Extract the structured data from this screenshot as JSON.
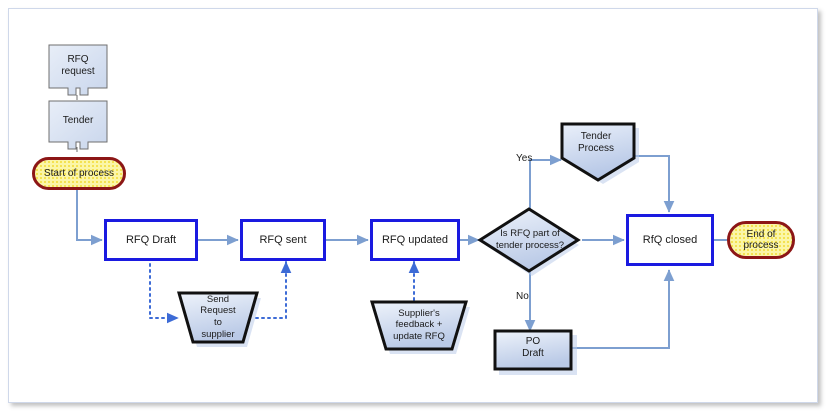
{
  "diagram": {
    "title": "RFQ / Tender process flowchart",
    "colors": {
      "process_border": "#1a1ae0",
      "terminator_border": "#8c1616",
      "terminator_fill": "#fbf6a8",
      "shape_fill": "#cdd9ee",
      "connector": "#7d9fd0",
      "dotted_connector": "#3d6bd6",
      "page_border": "#cfd8ea"
    },
    "nodes": [
      {
        "id": "rfq-request",
        "label": "RFQ\nrequest",
        "shape": "arrow-callout"
      },
      {
        "id": "tender",
        "label": "Tender",
        "shape": "arrow-callout"
      },
      {
        "id": "start-of-process",
        "label": "Start of process",
        "shape": "terminator"
      },
      {
        "id": "rfq-draft",
        "label": "RFQ Draft",
        "shape": "process"
      },
      {
        "id": "rfq-sent",
        "label": "RFQ sent",
        "shape": "process"
      },
      {
        "id": "rfq-updated",
        "label": "RFQ updated",
        "shape": "process"
      },
      {
        "id": "decision",
        "label": "Is RFQ part of tender process?",
        "shape": "decision"
      },
      {
        "id": "tender-process",
        "label": "Tender\nProcess",
        "shape": "pentagon"
      },
      {
        "id": "rfq-closed",
        "label": "RfQ closed",
        "shape": "process"
      },
      {
        "id": "end-of-process",
        "label": "End of\nprocess",
        "shape": "terminator"
      },
      {
        "id": "send-request",
        "label": "Send\nRequest\nto\nsupplier",
        "shape": "trapezoid"
      },
      {
        "id": "supplier-feedback",
        "label": "Supplier's\nfeedback  +\nupdate RFQ",
        "shape": "trapezoid"
      },
      {
        "id": "po-draft",
        "label": "PO\nDraft",
        "shape": "rect-3d"
      }
    ],
    "labels": {
      "rfq_request": "RFQ\nrequest",
      "tender": "Tender",
      "start_of_process": "Start of process",
      "rfq_draft": "RFQ Draft",
      "rfq_sent": "RFQ sent",
      "rfq_updated": "RFQ updated",
      "decision_line1": "Is RFQ part of",
      "decision_line2": "tender process?",
      "tender_process_l1": "Tender",
      "tender_process_l2": "Process",
      "rfq_closed": "RfQ closed",
      "end_of_process_l1": "End of",
      "end_of_process_l2": "process",
      "send_request_l1": "Send",
      "send_request_l2": "Request",
      "send_request_l3": "to",
      "send_request_l4": "supplier",
      "supplier_feedback_l1": "Supplier's",
      "supplier_feedback_l2": "feedback  +",
      "supplier_feedback_l3": "update RFQ",
      "po_draft_l1": "PO",
      "po_draft_l2": "Draft",
      "yes": "Yes",
      "no": "No"
    },
    "edges": [
      {
        "from": "rfq-request",
        "to": "tender",
        "style": "solid"
      },
      {
        "from": "tender",
        "to": "start-of-process",
        "style": "solid"
      },
      {
        "from": "start-of-process",
        "to": "rfq-draft",
        "style": "solid"
      },
      {
        "from": "rfq-draft",
        "to": "rfq-sent",
        "style": "solid"
      },
      {
        "from": "rfq-sent",
        "to": "rfq-updated",
        "style": "solid"
      },
      {
        "from": "rfq-updated",
        "to": "decision",
        "style": "solid"
      },
      {
        "from": "decision",
        "to": "tender-process",
        "style": "solid",
        "label": "Yes"
      },
      {
        "from": "decision",
        "to": "po-draft",
        "style": "solid",
        "label": "No"
      },
      {
        "from": "decision",
        "to": "rfq-closed",
        "style": "solid"
      },
      {
        "from": "tender-process",
        "to": "rfq-closed",
        "style": "solid"
      },
      {
        "from": "po-draft",
        "to": "rfq-closed",
        "style": "solid"
      },
      {
        "from": "rfq-closed",
        "to": "end-of-process",
        "style": "solid"
      },
      {
        "from": "rfq-draft",
        "to": "send-request",
        "style": "dotted"
      },
      {
        "from": "send-request",
        "to": "rfq-sent",
        "style": "dotted"
      },
      {
        "from": "supplier-feedback",
        "to": "rfq-updated",
        "style": "dotted"
      }
    ]
  }
}
